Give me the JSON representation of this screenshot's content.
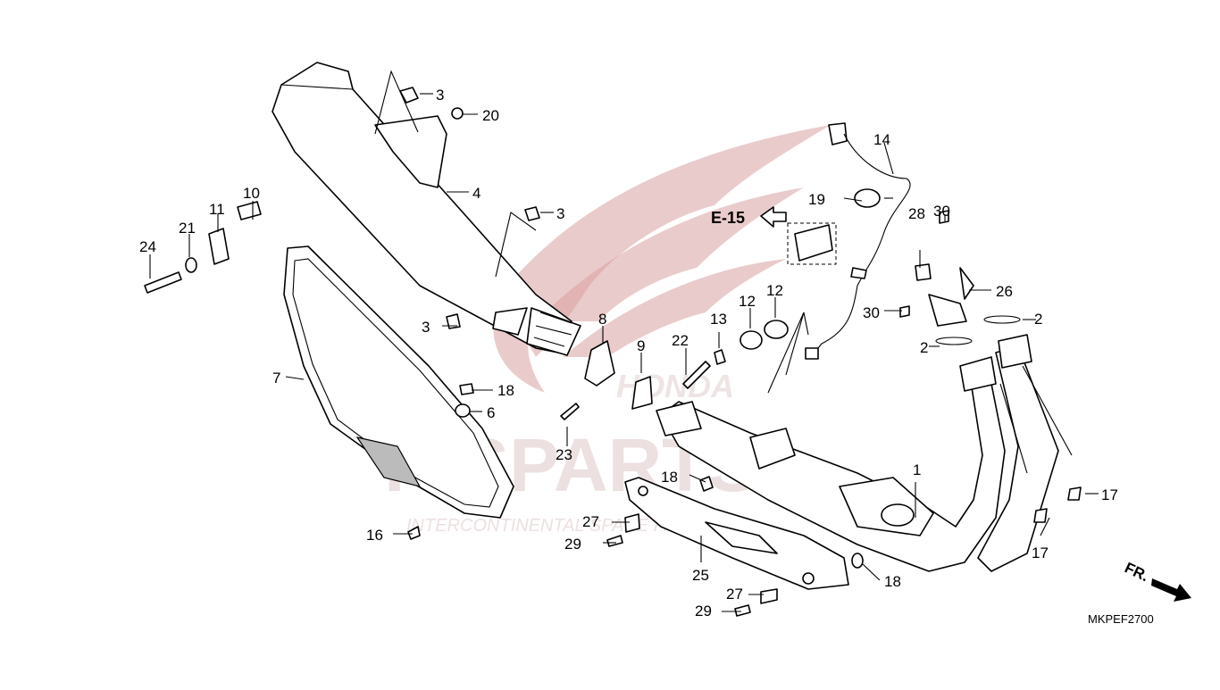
{
  "diagram": {
    "code": "MKPEF2700",
    "ref_label": "E-15",
    "direction_label": "FR.",
    "watermark_brand": "ICSPARTS",
    "watermark_tagline": "INTERCONTINENTAL SPARE PARTS",
    "watermark_maker": "HONDA",
    "callouts": [
      "1",
      "2",
      "2",
      "3",
      "3",
      "3",
      "4",
      "6",
      "7",
      "8",
      "9",
      "10",
      "11",
      "12",
      "12",
      "13",
      "14",
      "16",
      "17",
      "17",
      "18",
      "18",
      "18",
      "19",
      "20",
      "21",
      "22",
      "23",
      "24",
      "25",
      "26",
      "27",
      "27",
      "28",
      "29",
      "29",
      "30",
      "30"
    ]
  }
}
